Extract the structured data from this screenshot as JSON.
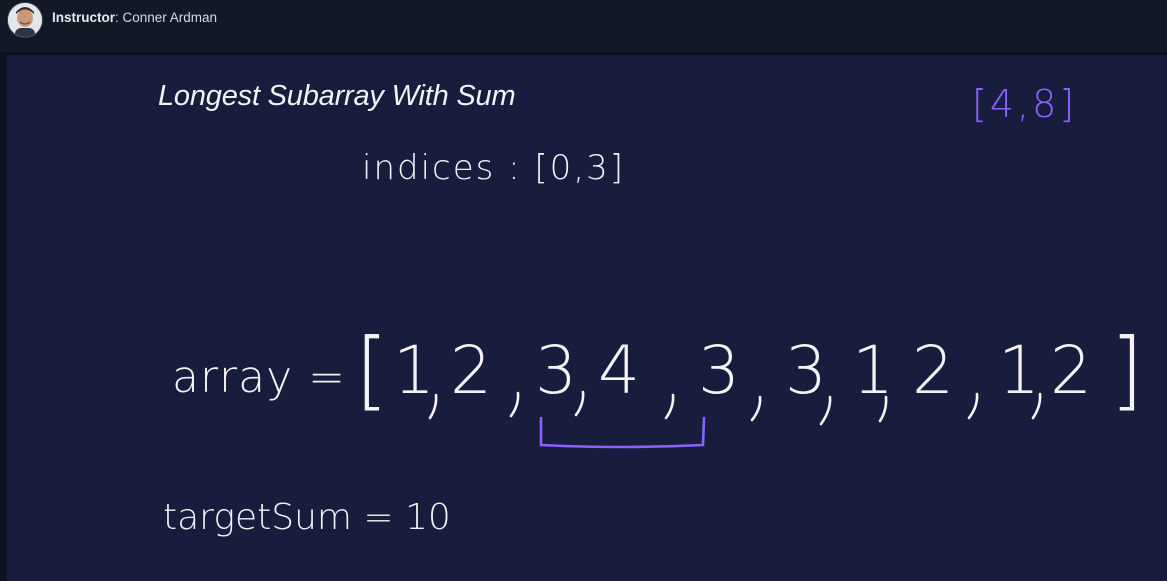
{
  "header": {
    "instructor_label": "Instructor",
    "instructor_name": ": Conner Ardman"
  },
  "board": {
    "title": "Longest Subarray With Sum",
    "indices_note": "indices : [0,3]",
    "range_note": "[4,8]",
    "array_label": "array =",
    "array_values": [
      "1",
      "2",
      "3",
      "4",
      "3",
      "3",
      "1",
      "2",
      "1",
      "2"
    ],
    "target_label": "targetSum = 10"
  },
  "colors": {
    "board_bg": "#181d3e",
    "ink_white": "#f4f4f4",
    "ink_purple": "#8a63ff"
  }
}
